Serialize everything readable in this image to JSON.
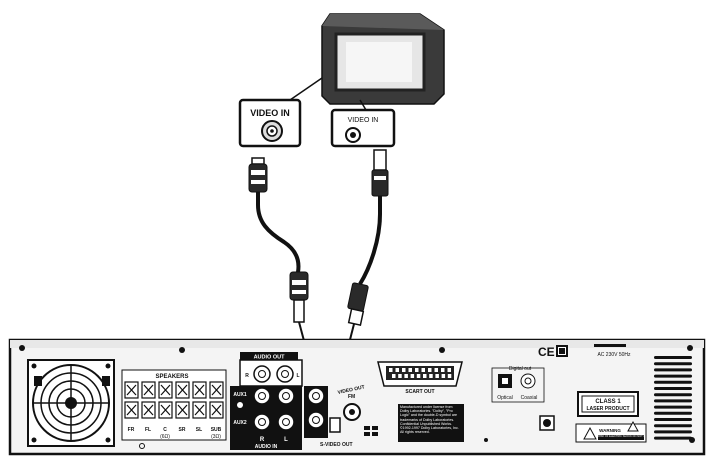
{
  "tv": {
    "video_in_label_left": "VIDEO IN",
    "video_in_label_right": "VIDEO IN"
  },
  "panel": {
    "speakers_label": "SPEAKERS",
    "speaker_channels": [
      "FR",
      "FL",
      "C",
      "SR",
      "SL",
      "SUB"
    ],
    "speakers_impedance": "(6Ω)",
    "speakers_impedance_sub": "(3Ω)",
    "audio_out_label": "AUDIO OUT",
    "audio_out_r": "R",
    "audio_out_l": "L",
    "audio_in_label": "AUDIO IN",
    "aux1_label": "AUX1",
    "aux2_label": "AUX2",
    "audio_in_r": "R",
    "audio_in_l": "L",
    "scart_label": "SCART OUT",
    "digital_out_label": "Digital out",
    "optical_label": "Optical",
    "coaxial_label": "Coaxial",
    "ce_mark": "CE",
    "class1_line1": "CLASS 1",
    "class1_line2": "LASER PRODUCT",
    "power_spec": "AC 230V 50Hz",
    "video_out_label": "VIDEO OUT",
    "s_video_label": "S-VIDEO OUT",
    "fm_label": "FM",
    "warning_label": "WARNING",
    "risk_label": "RISK OF ELECTRIC SHOCK DO NOT OPEN",
    "dolby_text": "Manufactured under license from Dolby Laboratories. \"Dolby\", \"Pro Logic\" and the double-D symbol are trademarks of Dolby Laboratories. Confidential Unpublished Works. ©1992-1997 Dolby Laboratories, Inc. All rights reserved."
  }
}
